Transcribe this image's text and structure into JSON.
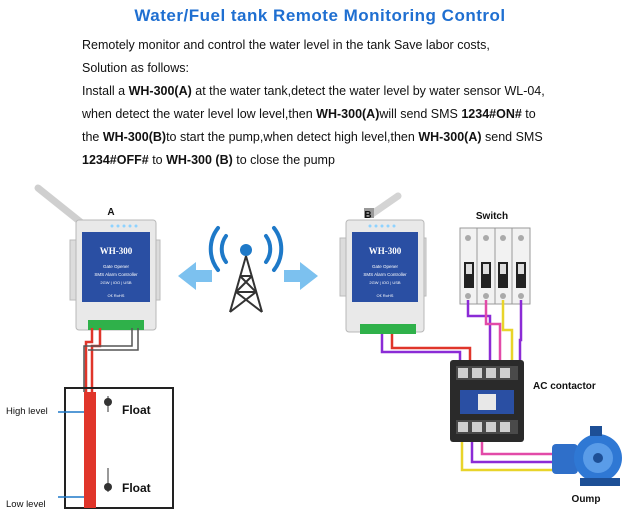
{
  "title": "Water/Fuel tank Remote Monitoring Control",
  "intro": [
    "Remotely monitor and control the water level in the tank Save labor costs,",
    "Solution as follows:"
  ],
  "body": {
    "l1a": "Install a",
    "l1b": "WH-300(A)",
    "l1c": " at the water tank,detect the water level by water sensor WL-04,",
    "l2a": "when detect the water level low level,then ",
    "l2b": "WH-300(A)",
    "l2c": "will send SMS ",
    "l2d": "1234#ON#",
    "l2e": " to",
    "l3a": "the ",
    "l3b": "WH-300(B)",
    "l3c": "to start the pump,when detect high level,then ",
    "l3d": "WH-300(A)",
    "l3e": " send SMS",
    "l4a": "1234#OFF#",
    "l4b": " to ",
    "l4c": "WH-300 (B)",
    "l4d": " to close the pump"
  },
  "device": {
    "model": "WH-300",
    "line1": "Gate Opener",
    "line2": "SMS Alarm Controller",
    "line3": "2GW | IOO | USB",
    "line4": "C€ RoHS"
  },
  "labels": {
    "device_a": "A",
    "device_b": "B",
    "switch": "Switch",
    "contactor": "AC contactor",
    "pump": "Oump",
    "high_level": "High level",
    "low_level": "Low level",
    "float_top": "Float",
    "float_bottom": "Float"
  },
  "colors": {
    "title": "#1f6fd1",
    "device_blue": "#2a4fa3",
    "wire_red": "#e0352a",
    "wire_purple": "#8b2bd6",
    "wire_yellow": "#e8d42a",
    "wire_pink": "#e24aa8",
    "tower_blue": "#1e79c8"
  }
}
